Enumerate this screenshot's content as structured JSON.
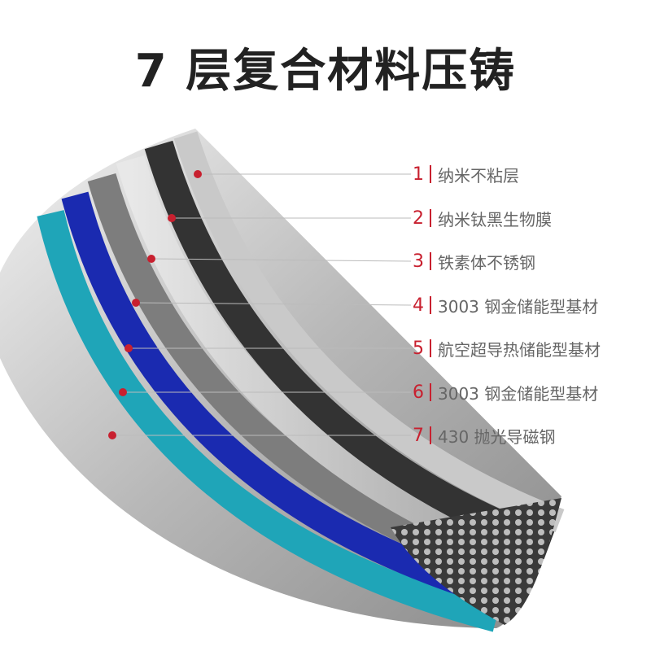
{
  "title": "7 层复合材料压铸",
  "accent": "#c8202f",
  "layers": [
    {
      "num": "1",
      "name": "纳米不粘层"
    },
    {
      "num": "2",
      "name": "纳米钛黑生物膜"
    },
    {
      "num": "3",
      "name": "铁素体不锈钢"
    },
    {
      "num": "4",
      "name": "3003 钢金储能型基材"
    },
    {
      "num": "5",
      "name": "航空超导热储能型基材"
    },
    {
      "num": "6",
      "name": "3003 钢金储能型基材"
    },
    {
      "num": "7",
      "name": "430 抛光导磁钢"
    }
  ]
}
